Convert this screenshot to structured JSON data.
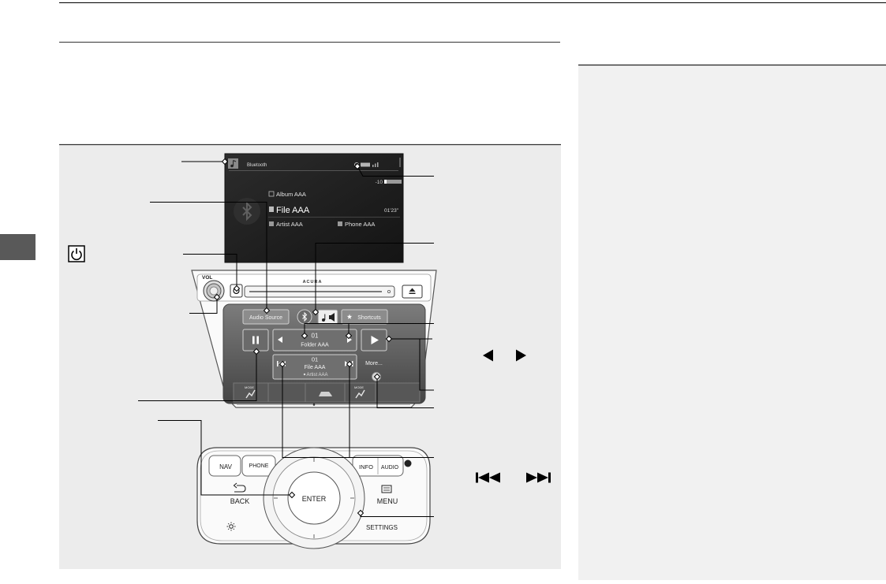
{
  "screen": {
    "source_title": "Bluetooth",
    "volume_level": "-10",
    "album": "Album AAA",
    "track_file": "File AAA",
    "elapsed_time": "01'23\"",
    "artist": "Artist AAA",
    "phone": "Phone AAA"
  },
  "audio_unit": {
    "vol_label": "VOL",
    "brand": "ACURA"
  },
  "touchscreen": {
    "audio_source_button": "Audio Source",
    "shortcuts_button": "Shortcuts",
    "folder_number": "01",
    "folder_name": "Folder AAA",
    "file_number": "01",
    "file_name": "File AAA",
    "file_artist": "Artist AAA",
    "more_button": "More...",
    "mode_left": "MODE",
    "mode_right": "MODE"
  },
  "controller": {
    "nav": "NAV",
    "phone": "PHONE",
    "info": "INFO",
    "audio": "AUDIO",
    "back": "BACK",
    "enter": "ENTER",
    "menu": "MENU",
    "settings": "SETTINGS"
  },
  "icons": {
    "power_label": "power-icon",
    "source_icon": "music-note-icon",
    "bluetooth_logo": "bluetooth-icon",
    "audio_menu": "music-speaker-icon",
    "shortcuts": "star-icon",
    "pause": "pause-icon",
    "play": "play-icon",
    "folder_prev": "left-triangle-icon",
    "folder_next": "right-triangle-icon",
    "skip_back": "skip-back-icon",
    "skip_forward": "skip-forward-icon",
    "more": "more-circle-icon",
    "eject": "eject-icon",
    "back": "back-arrow-icon",
    "menu": "menu-icon",
    "brightness": "sun-moon-icon"
  },
  "colors": {
    "page_background": "#ffffff",
    "diagram_background": "#ececec",
    "sidebar_background": "#f1f1f1",
    "chapter_tab": "#595959",
    "screen_background": "#1e1e1e",
    "touchscreen_background": "#5c5c5c"
  }
}
